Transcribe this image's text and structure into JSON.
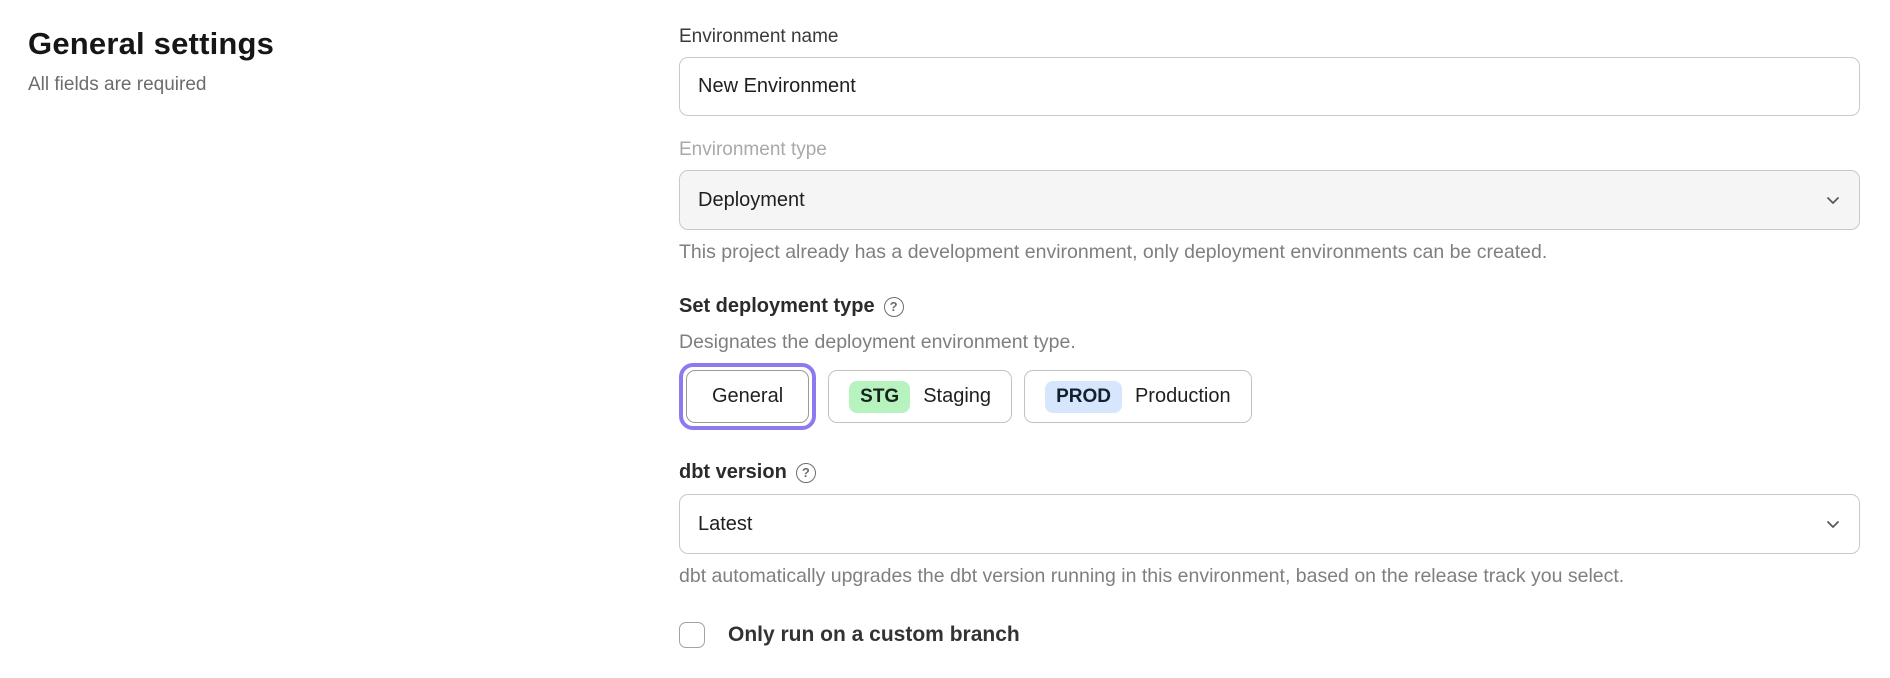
{
  "page": {
    "title": "General settings",
    "subtitle": "All fields are required"
  },
  "form": {
    "environment_name": {
      "label": "Environment name",
      "value": "New Environment"
    },
    "environment_type": {
      "label": "Environment type",
      "value": "Deployment",
      "disabled": true,
      "helper": "This project already has a development environment, only deployment environments can be created."
    },
    "deployment_type": {
      "label": "Set deployment type",
      "help_icon": "?",
      "description": "Designates the deployment environment type.",
      "options": [
        {
          "label": "General",
          "selected": true
        },
        {
          "badge": "STG",
          "label": "Staging",
          "badge_color": "#b7f3bf",
          "selected": false
        },
        {
          "badge": "PROD",
          "label": "Production",
          "badge_color": "#d6e6fc",
          "selected": false
        }
      ]
    },
    "dbt_version": {
      "label": "dbt version",
      "help_icon": "?",
      "value": "Latest",
      "helper": "dbt automatically upgrades the dbt version running in this environment, based on the release track you select."
    },
    "custom_branch": {
      "label": "Only run on a custom branch",
      "checked": false
    }
  },
  "colors": {
    "accent_purple": "#8b7af0",
    "badge_green": "#b7f3bf",
    "badge_blue": "#d6e6fc",
    "disabled_bg": "#f5f5f5",
    "border_gray": "#c9c9c9"
  }
}
